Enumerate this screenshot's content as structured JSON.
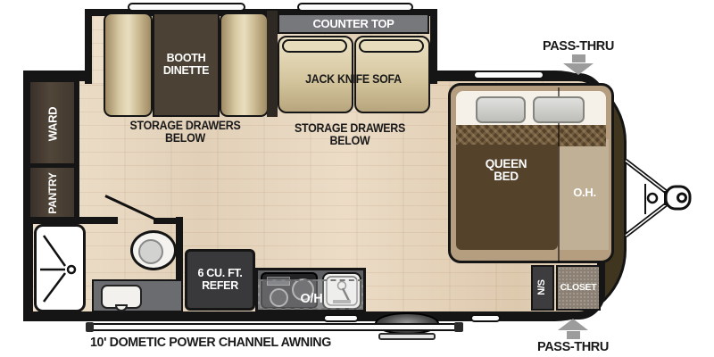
{
  "plan": {
    "slideout": {
      "counter_top": "COUNTER TOP",
      "booth_dinette": "BOOTH\nDINETTE",
      "jack_knife_sofa": "JACK KNIFE SOFA",
      "storage_drawers_left": "STORAGE DRAWERS\nBELOW",
      "storage_drawers_right": "STORAGE DRAWERS\nBELOW"
    },
    "rear": {
      "ward": "WARD",
      "pantry": "PANTRY"
    },
    "bedroom": {
      "queen_bed": "QUEEN\nBED",
      "overhead": "O.H.",
      "nightstand": "N/S",
      "closet": "CLOSET"
    },
    "kitchen": {
      "refrigerator": "6 CU. FT.\nREFER",
      "overhead": "O/H"
    },
    "callouts": {
      "pass_thru_top": "PASS-THRU",
      "pass_thru_bottom": "PASS-THRU",
      "awning": "10' DOMETIC POWER CHANNEL AWNING"
    },
    "colors": {
      "wall": "#151515",
      "front_cap": "#40361f",
      "floor": "#e8d8c2",
      "dark_cabinet": "#453b2f",
      "counter_gray": "#6f7074",
      "cushion_tan": "#d9cda9",
      "bed_platform": "#b59e80",
      "bed_blanket": "#54422b",
      "closet_gray": "#8b8073",
      "arrow_gray": "#9c9c9c"
    }
  }
}
